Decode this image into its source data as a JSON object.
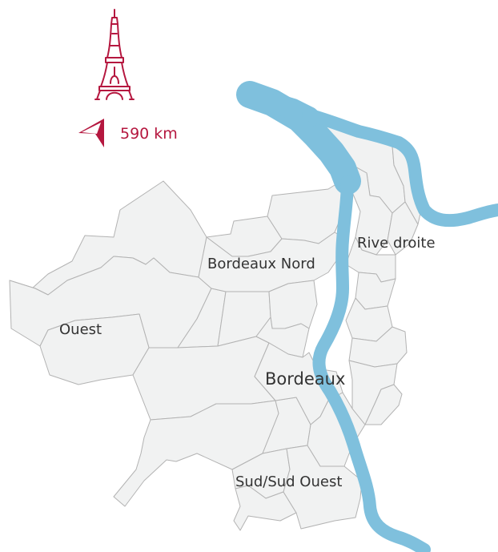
{
  "colors": {
    "brand": "#b5173f",
    "river": "#7fc0dd",
    "land_fill": "#f1f2f2",
    "border": "#b3b3b3",
    "label": "#333333"
  },
  "icons": {
    "eiffel": "eiffel-tower-icon",
    "direction": "direction-arrow-icon"
  },
  "distance": {
    "text": "590 km"
  },
  "labels": {
    "rive_droite": "Rive droite",
    "bordeaux_nord": "Bordeaux Nord",
    "ouest": "Ouest",
    "bordeaux": "Bordeaux",
    "sud_ouest": "Sud/Sud Ouest"
  }
}
